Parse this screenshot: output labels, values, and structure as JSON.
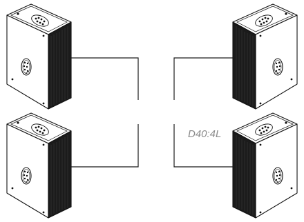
{
  "diagram": {
    "amplifier_label": "D40:4L",
    "line_color": "#1a1a1a",
    "label_color": "#8a8a8a",
    "speakers": [
      {
        "name": "speaker-top-left",
        "facing": "left"
      },
      {
        "name": "speaker-bottom-left",
        "facing": "left"
      },
      {
        "name": "speaker-top-right",
        "facing": "right"
      },
      {
        "name": "speaker-bottom-right",
        "facing": "right"
      }
    ]
  }
}
